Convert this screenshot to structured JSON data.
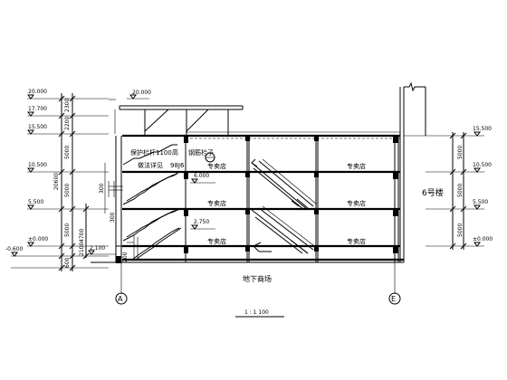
{
  "left_levels": [
    "20.000",
    "17.700",
    "15.500",
    "10.500",
    "5.500",
    "±0.000",
    "-0.600"
  ],
  "right_levels": [
    "15.500",
    "10.500",
    "5.500",
    "±0.000"
  ],
  "left_dims": [
    "2300",
    "2200",
    "5000",
    "20600",
    "5000",
    "5000",
    "600",
    "4700",
    "2100"
  ],
  "right_dims": [
    "5000",
    "5000",
    "5000"
  ],
  "top_label": "20.000",
  "inner_levels": [
    "6.000",
    "2.750",
    "2.100"
  ],
  "small_dims": [
    "300",
    "300",
    "200"
  ],
  "annotations": {
    "rail": "保护栏杆1100",
    "roof_text": "高",
    "roof_text2": "钢筋栏子",
    "detail_ref": "做法详见",
    "detail_no": "98J6",
    "building": "6号楼",
    "underground": "地下商场",
    "sub_label": "1 : 1 100"
  },
  "shop_label": "专卖店",
  "axes": [
    "A",
    "E"
  ],
  "break_mark": "≈"
}
